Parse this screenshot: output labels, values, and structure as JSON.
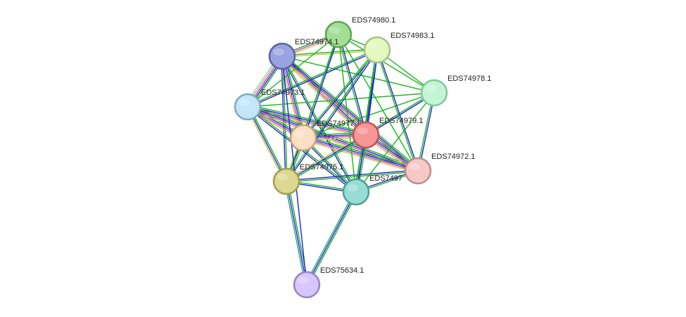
{
  "network": {
    "nodes": [
      {
        "id": "EDS74980.1",
        "label": "EDS74980.1",
        "color": "#a2de96",
        "stroke": "#5ea652"
      },
      {
        "id": "EDS74983.1",
        "label": "EDS74983.1",
        "color": "#e2f9bf",
        "stroke": "#a6c08a"
      },
      {
        "id": "EDS74974.1",
        "label": "EDS74974.1",
        "color": "#9aa3e0",
        "stroke": "#5662a8"
      },
      {
        "id": "EDS74978.1",
        "label": "EDS74978.1",
        "color": "#c3f5d5",
        "stroke": "#84c59c"
      },
      {
        "id": "EDS74973.1",
        "label": "EDS74973.1",
        "color": "#c3e6f9",
        "stroke": "#7fa8c4"
      },
      {
        "id": "EDS74977.1",
        "label": "EDS74977.1",
        "color": "#fde0c4",
        "stroke": "#c9a07a"
      },
      {
        "id": "EDS74979.1",
        "label": "EDS74979.1",
        "color": "#f79696",
        "stroke": "#c45252"
      },
      {
        "id": "EDS74972.1",
        "label": "EDS74972.1",
        "color": "#f7c8c8",
        "stroke": "#c08c8c"
      },
      {
        "id": "EDS74975.1",
        "label": "EDS74975.1",
        "color": "#dcd891",
        "stroke": "#a19d4f"
      },
      {
        "id": "EDS74976.1",
        "label": "EDS7497",
        "color": "#98ddd5",
        "stroke": "#4f9f96"
      },
      {
        "id": "EDS75634.1",
        "label": "EDS75634.1",
        "color": "#d6c6fb",
        "stroke": "#9884c7"
      }
    ],
    "edge_colors": {
      "coexpression": "#1ab51a",
      "database": "#2222dd",
      "experiment": "#c040c0",
      "textmining": "#c8c840",
      "neighborhood": "#22aa88",
      "homology": "#88c8e8"
    }
  }
}
